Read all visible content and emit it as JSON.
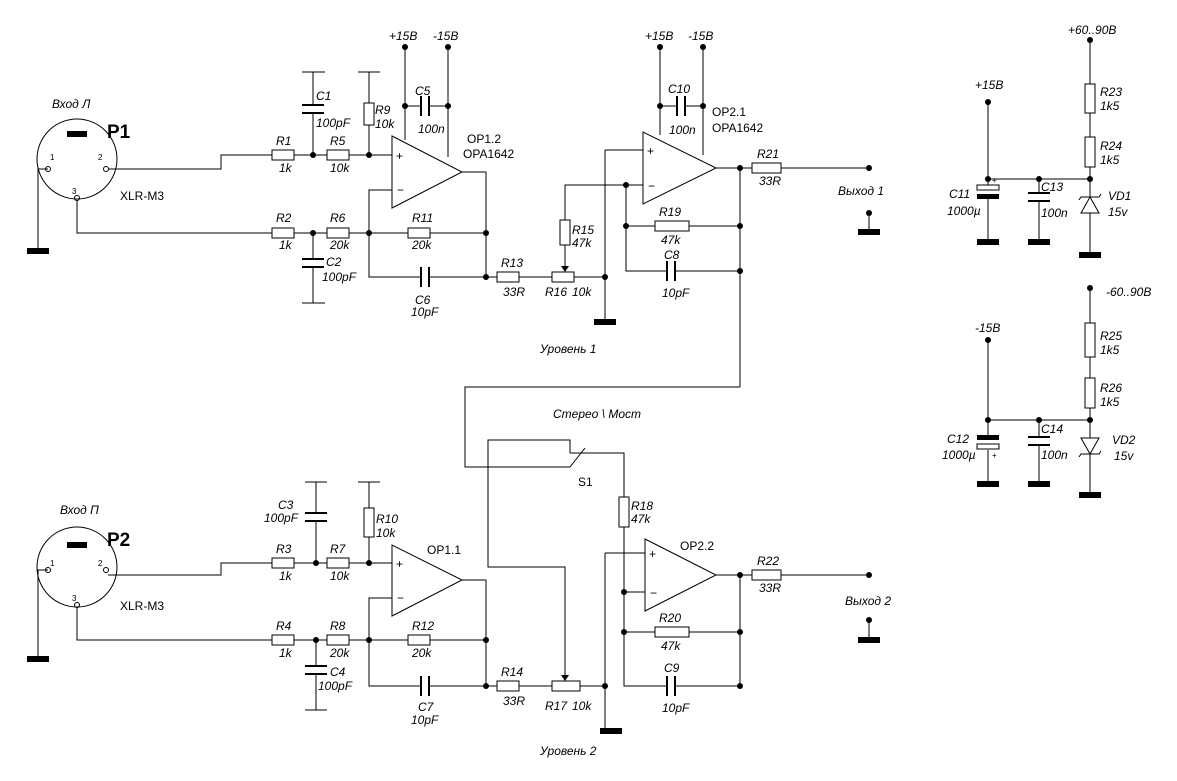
{
  "inputs": [
    {
      "name": "Вход Л",
      "ref": "P1",
      "connector": "XLR-M3",
      "pins": [
        "1",
        "2",
        "3"
      ]
    },
    {
      "name": "Вход П",
      "ref": "P2",
      "connector": "XLR-M3",
      "pins": [
        "1",
        "2",
        "3"
      ]
    }
  ],
  "resistors": [
    {
      "ref": "R1",
      "value": "1k"
    },
    {
      "ref": "R2",
      "value": "1k"
    },
    {
      "ref": "R3",
      "value": "1k"
    },
    {
      "ref": "R4",
      "value": "1k"
    },
    {
      "ref": "R5",
      "value": "10k"
    },
    {
      "ref": "R6",
      "value": "20k"
    },
    {
      "ref": "R7",
      "value": "10k"
    },
    {
      "ref": "R8",
      "value": "20k"
    },
    {
      "ref": "R9",
      "value": "10k"
    },
    {
      "ref": "R10",
      "value": "10k"
    },
    {
      "ref": "R11",
      "value": "20k"
    },
    {
      "ref": "R12",
      "value": "20k"
    },
    {
      "ref": "R13",
      "value": "33R"
    },
    {
      "ref": "R14",
      "value": "33R"
    },
    {
      "ref": "R15",
      "value": "47k"
    },
    {
      "ref": "R16",
      "value": "10k"
    },
    {
      "ref": "R17",
      "value": "10k"
    },
    {
      "ref": "R18",
      "value": "47k"
    },
    {
      "ref": "R19",
      "value": "47k"
    },
    {
      "ref": "R20",
      "value": "47k"
    },
    {
      "ref": "R21",
      "value": "33R"
    },
    {
      "ref": "R22",
      "value": "33R"
    },
    {
      "ref": "R23",
      "value": "1k5"
    },
    {
      "ref": "R24",
      "value": "1k5"
    },
    {
      "ref": "R25",
      "value": "1k5"
    },
    {
      "ref": "R26",
      "value": "1k5"
    }
  ],
  "capacitors": [
    {
      "ref": "C1",
      "value": "100pF"
    },
    {
      "ref": "C2",
      "value": "100pF"
    },
    {
      "ref": "C3",
      "value": "100pF"
    },
    {
      "ref": "C4",
      "value": "100pF"
    },
    {
      "ref": "C5",
      "value": "100n"
    },
    {
      "ref": "C6",
      "value": "10pF"
    },
    {
      "ref": "C7",
      "value": "10pF"
    },
    {
      "ref": "C8",
      "value": "10pF"
    },
    {
      "ref": "C9",
      "value": "10pF"
    },
    {
      "ref": "C10",
      "value": "100n"
    },
    {
      "ref": "C11",
      "value": "1000µ"
    },
    {
      "ref": "C12",
      "value": "1000µ"
    },
    {
      "ref": "C13",
      "value": "100n"
    },
    {
      "ref": "C14",
      "value": "100n"
    }
  ],
  "opamps": [
    {
      "ref": "OP1.2",
      "part": "OPA1642"
    },
    {
      "ref": "OP2.1",
      "part": "OPA1642"
    },
    {
      "ref": "OP1.1",
      "part": ""
    },
    {
      "ref": "OP2.2",
      "part": ""
    }
  ],
  "diodes": [
    {
      "ref": "VD1",
      "value": "15v"
    },
    {
      "ref": "VD2",
      "value": "15v"
    }
  ],
  "rails": {
    "pos15": "+15В",
    "neg15": "-15В",
    "pos_high": "+60..90В",
    "neg_high": "-60..90В"
  },
  "labels": {
    "out1": "Выход 1",
    "out2": "Выход 2",
    "level1": "Уровень 1",
    "level2": "Уровень 2",
    "switch_title": "Стерео \\ Мост",
    "switch_ref": "S1",
    "plus": "+",
    "minus": "−"
  }
}
